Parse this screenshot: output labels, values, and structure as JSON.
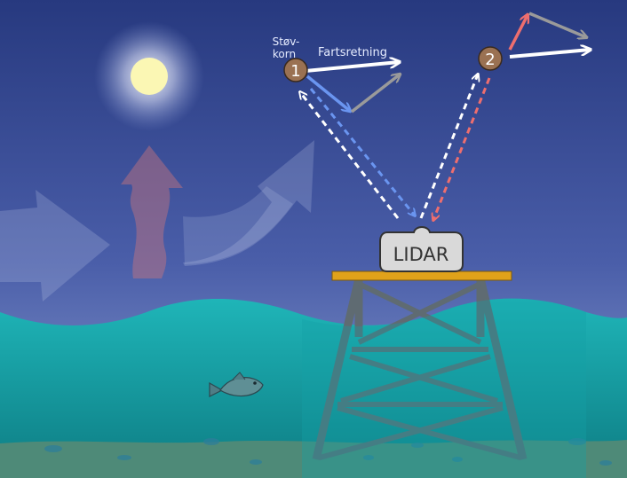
{
  "labels": {
    "particle_line1": "Støv-",
    "particle_line2": "korn",
    "direction": "Fartsretning",
    "particle_1": "1",
    "particle_2": "2",
    "device": "LIDAR"
  },
  "colors": {
    "sky_top": "#27397f",
    "sky_bottom": "#8d9fd0",
    "sea_top": "#1fb5b8",
    "sea_bottom": "#0d7c83",
    "seabed": "#4e8a78",
    "platform_deck": "#e0a21a",
    "structure": "#5f6b72",
    "lidar_body": "#d9d9d9",
    "particle": "#9a7152",
    "arrow_white": "#ffffff",
    "arrow_blue": "#6a95f0",
    "arrow_gray": "#9a9a9a",
    "arrow_red": "#ee6e6e",
    "sun": "#fbf7b4"
  }
}
